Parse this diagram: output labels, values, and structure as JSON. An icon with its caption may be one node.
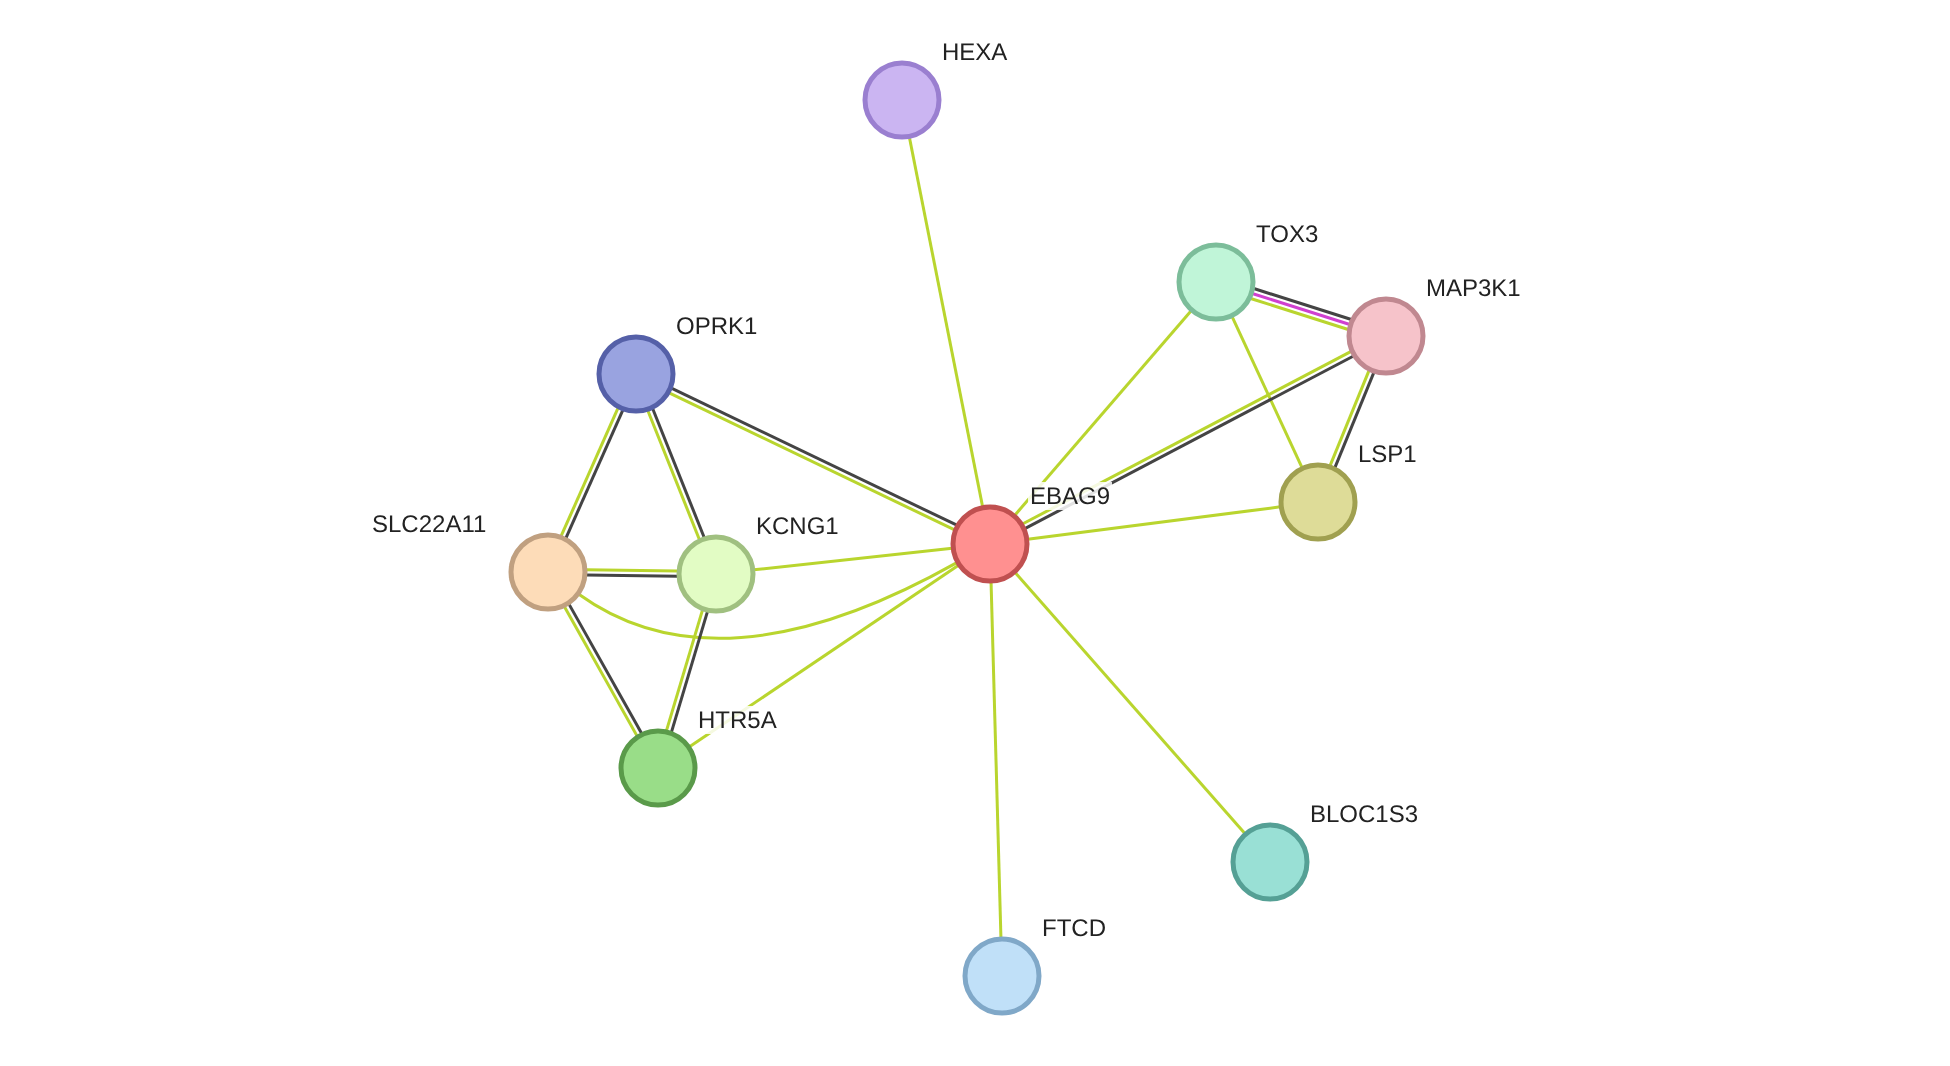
{
  "diagram": {
    "nodes": [
      {
        "text": [
          "HEXA"
        ]
      },
      {
        "text": [
          "TOX3"
        ]
      },
      {
        "text": [
          "MAP3K1"
        ]
      },
      {
        "text": [
          "OPRK1"
        ]
      },
      {
        "text": [
          "LSP1"
        ]
      },
      {
        "text": [
          "EBAG9"
        ]
      },
      {
        "text": [
          "SLC22A11"
        ]
      },
      {
        "text": [
          "KCNG1"
        ]
      },
      {
        "text": [
          "HTR5A"
        ]
      },
      {
        "text": [
          "BLOC1S3"
        ]
      },
      {
        "text": [
          "FTCD"
        ]
      }
    ],
    "edges": [
      {
        "from": 0,
        "to": 5,
        "arrow": "none"
      },
      {
        "from": 1,
        "to": 2,
        "arrow": "none",
        "color": "#444444"
      },
      {
        "from": 1,
        "to": 2,
        "arrow": "none",
        "color": "#d040d0"
      },
      {
        "from": 1,
        "to": 2,
        "arrow": "none"
      },
      {
        "from": 1,
        "to": 5,
        "arrow": "none"
      },
      {
        "from": 1,
        "to": 4,
        "arrow": "none"
      },
      {
        "from": 2,
        "to": 5,
        "arrow": "none",
        "color": "#444444"
      },
      {
        "from": 2,
        "to": 5,
        "arrow": "none"
      },
      {
        "from": 2,
        "to": 4,
        "arrow": "none",
        "color": "#444444"
      },
      {
        "from": 2,
        "to": 4,
        "arrow": "none"
      },
      {
        "from": 3,
        "to": 5,
        "arrow": "none",
        "color": "#444444"
      },
      {
        "from": 3,
        "to": 5,
        "arrow": "none"
      },
      {
        "from": 3,
        "to": 6,
        "arrow": "none",
        "color": "#444444"
      },
      {
        "from": 3,
        "to": 6,
        "arrow": "none"
      },
      {
        "from": 3,
        "to": 7,
        "arrow": "none",
        "color": "#444444"
      },
      {
        "from": 3,
        "to": 7,
        "arrow": "none"
      },
      {
        "from": 4,
        "to": 5,
        "arrow": "none"
      },
      {
        "from": 6,
        "to": 7,
        "arrow": "none"
      },
      {
        "from": 6,
        "to": 7,
        "arrow": "none",
        "color": "#444444"
      },
      {
        "from": 6,
        "to": 5,
        "arrow": "none"
      },
      {
        "from": 7,
        "to": 5,
        "arrow": "none"
      },
      {
        "from": 6,
        "to": 8,
        "arrow": "none",
        "color": "#444444"
      },
      {
        "from": 6,
        "to": 8,
        "arrow": "none"
      },
      {
        "from": 7,
        "to": 8,
        "arrow": "none",
        "color": "#444444"
      },
      {
        "from": 7,
        "to": 8,
        "arrow": "none"
      },
      {
        "from": 8,
        "to": 5,
        "arrow": "none"
      },
      {
        "from": 5,
        "to": 9,
        "arrow": "none"
      },
      {
        "from": 5,
        "to": 10,
        "arrow": "none"
      }
    ]
  }
}
